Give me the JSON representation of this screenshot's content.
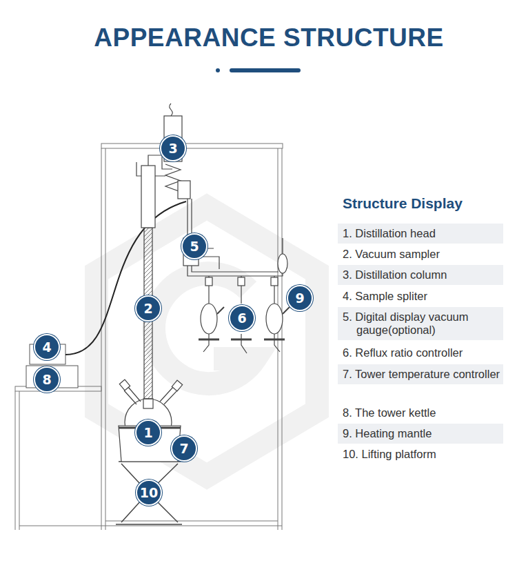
{
  "diagram": {
    "title": "APPEARANCE STRUCTURE",
    "nodes": [
      {
        "text": [
          "3"
        ]
      },
      {
        "text": [
          "5"
        ]
      },
      {
        "text": [
          "9"
        ]
      },
      {
        "text": [
          "2"
        ]
      },
      {
        "text": [
          "6"
        ]
      },
      {
        "text": [
          "4"
        ]
      },
      {
        "text": [
          "8"
        ]
      },
      {
        "text": [
          "1"
        ]
      },
      {
        "text": [
          "7"
        ]
      },
      {
        "text": [
          "10"
        ]
      }
    ],
    "labels": [
      "Structure Display",
      "1. Distillation head",
      "2. Vacuum sampler",
      "3. Distillation column",
      "4. Sample spliter",
      "5. Digital display vacuum gauge(optional)",
      "6. Reflux ratio controller",
      "7. Tower temperature controller",
      "8. The tower kettle",
      "9. Heating mantle",
      "10. Lifting platform"
    ]
  }
}
